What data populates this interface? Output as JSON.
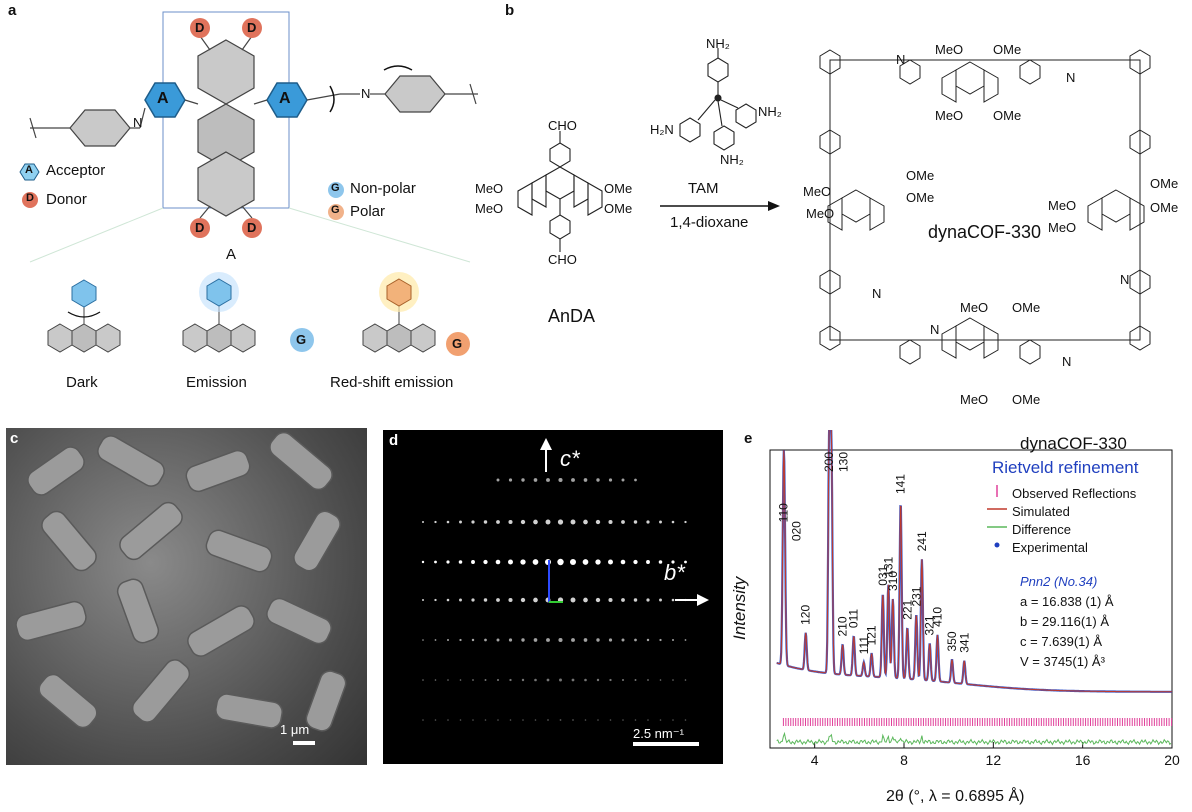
{
  "panel_a": {
    "label": "a",
    "A_letter": "A",
    "D_letter": "D",
    "G_letter": "G",
    "legend_acceptor": "Acceptor",
    "legend_donor": "Donor",
    "legend_nonpolar": "Non-polar",
    "legend_polar": "Polar",
    "inset_title": "A",
    "state_dark": "Dark",
    "state_emission": "Emission",
    "state_redshift": "Red-shift emission",
    "N": "N"
  },
  "panel_b": {
    "label": "b",
    "cho": "CHO",
    "meo": "MeO",
    "ome": "OMe",
    "nh2": "NH₂",
    "h2n": "H₂N",
    "reagent": "TAM",
    "solvent": "1,4-dioxane",
    "monomer": "AnDA",
    "product": "dynaCOF-330",
    "N": "N"
  },
  "panel_c": {
    "label": "c",
    "scale": "1 μm"
  },
  "panel_d": {
    "label": "d",
    "axis_c": "c*",
    "axis_b": "b*",
    "scale": "2.5 nm⁻¹"
  },
  "panel_e": {
    "label": "e",
    "title": "dynaCOF-330",
    "subtitle": "Rietveld refinement",
    "legend": {
      "observed": "Observed Reflections",
      "simulated": "Simulated",
      "difference": "Difference",
      "experimental": "Experimental"
    },
    "cell": {
      "space_group": "Pnn2 (No.34)",
      "a": "a = 16.838 (1) Å",
      "b": "b = 29.116(1) Å",
      "c": "c = 7.639(1) Å",
      "V": "V = 3745(1) Å³"
    },
    "ylabel": "Intensity",
    "xlabel": "2θ (°, λ = 0.6895 Å)"
  },
  "chart_data": {
    "type": "line",
    "xlim": [
      2,
      20
    ],
    "xticks": [
      "4",
      "8",
      "12",
      "16",
      "20"
    ],
    "colors": {
      "simulated": "#c0392b",
      "experimental": "#1f3fbf",
      "difference": "#5cb85c",
      "reflections": "#e0409a"
    },
    "peaks": [
      {
        "label": "110",
        "x": 2.6,
        "h": 0.58
      },
      {
        "label": "020",
        "x": 2.65,
        "h": 0.5
      },
      {
        "label": "120",
        "x": 3.6,
        "h": 0.16
      },
      {
        "label": "200",
        "x": 4.65,
        "h": 1.0
      },
      {
        "label": "130",
        "x": 4.75,
        "h": 0.95
      },
      {
        "label": "210",
        "x": 5.25,
        "h": 0.13
      },
      {
        "label": "011",
        "x": 5.75,
        "h": 0.17
      },
      {
        "label": "111",
        "x": 6.2,
        "h": 0.06
      },
      {
        "label": "121",
        "x": 6.55,
        "h": 0.1
      },
      {
        "label": "031",
        "x": 7.05,
        "h": 0.36
      },
      {
        "label": "131",
        "x": 7.3,
        "h": 0.4
      },
      {
        "label": "310",
        "x": 7.5,
        "h": 0.34
      },
      {
        "label": "141",
        "x": 7.85,
        "h": 0.76
      },
      {
        "label": "221",
        "x": 8.15,
        "h": 0.22
      },
      {
        "label": "231",
        "x": 8.55,
        "h": 0.28
      },
      {
        "label": "241",
        "x": 8.8,
        "h": 0.52
      },
      {
        "label": "321",
        "x": 9.15,
        "h": 0.16
      },
      {
        "label": "410",
        "x": 9.5,
        "h": 0.2
      },
      {
        "label": "350",
        "x": 10.15,
        "h": 0.1
      },
      {
        "label": "341",
        "x": 10.7,
        "h": 0.1
      }
    ]
  }
}
